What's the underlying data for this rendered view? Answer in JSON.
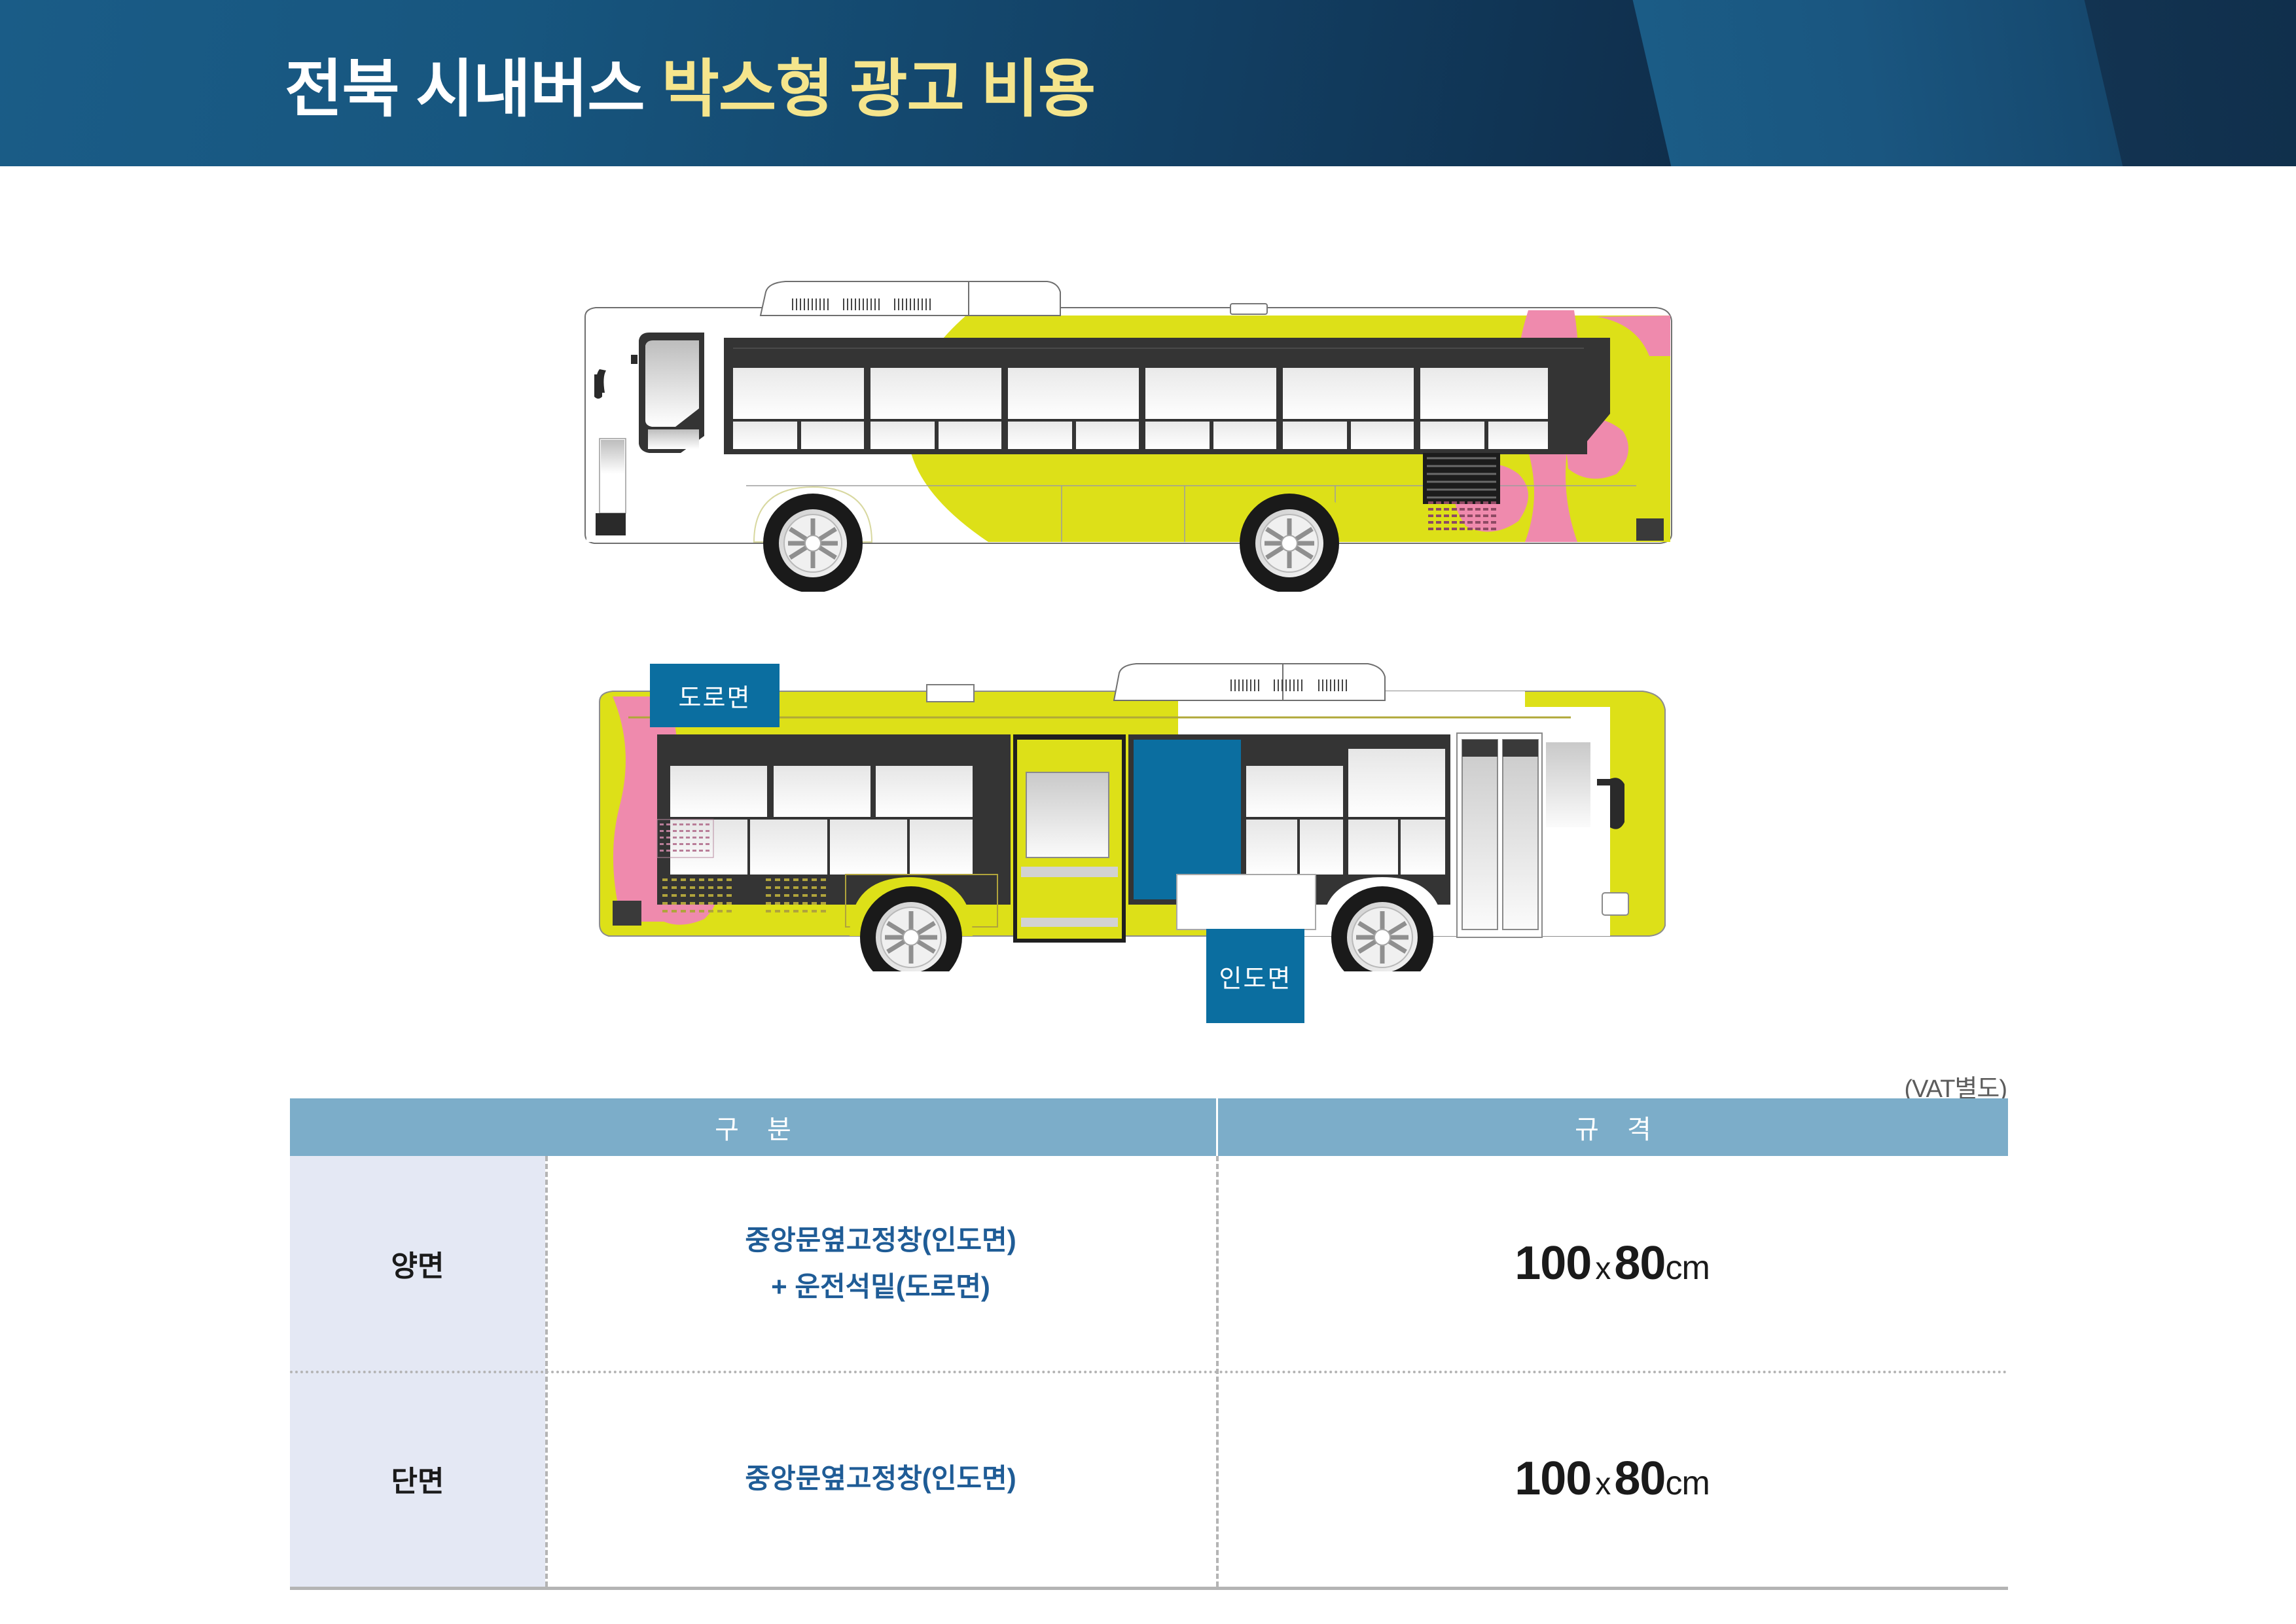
{
  "header": {
    "title_main": "전북 시내버스",
    "title_accent": "박스형 광고 비용",
    "bg_color_left": "#1a5c87",
    "bg_color_right": "#0e2a45",
    "accent_color": "#f5e58c"
  },
  "illustration": {
    "bus_top": {
      "view_label": "도로면",
      "body_color": "#dde018",
      "accent_color": "#ef8aad",
      "window_frame_color": "#333333",
      "badge_color": "#0b6ea0"
    },
    "bus_bottom": {
      "view_label": "인도면",
      "body_color": "#dde018",
      "accent_color": "#ef8aad",
      "window_frame_color": "#333333",
      "badge_color": "#0b6ea0"
    }
  },
  "table": {
    "note": "(VAT별도)",
    "header_bg": "#7cadc9",
    "kind_col_bg": "#e4e8f4",
    "desc_text_color": "#1f5c96",
    "columns": [
      "구 분",
      "규 격"
    ],
    "rows": [
      {
        "kind": "양면",
        "desc_line1": "중앙문옆고정창(인도면)",
        "desc_line2": "+ 운전석밑(도로면)",
        "size_value": "100",
        "size_separator": "x",
        "size_value2": "80",
        "size_unit": "cm"
      },
      {
        "kind": "단면",
        "desc_line1": "중앙문옆고정창(인도면)",
        "desc_line2": "",
        "size_value": "100",
        "size_separator": "x",
        "size_value2": "80",
        "size_unit": "cm"
      }
    ]
  }
}
